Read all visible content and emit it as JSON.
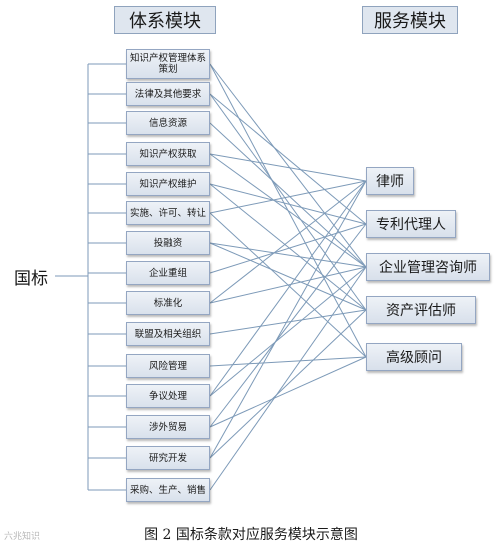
{
  "headers": {
    "system": "体系模块",
    "service": "服务模块"
  },
  "root": "国标",
  "system_modules": [
    "知识产权管理体系策划",
    "法律及其他要求",
    "信息资源",
    "知识产权获取",
    "知识产权维护",
    "实施、许可、转让",
    "投融资",
    "企业重组",
    "标准化",
    "联盟及相关组织",
    "风险管理",
    "争议处理",
    "涉外贸易",
    "研究开发",
    "采购、生产、销售"
  ],
  "service_modules": [
    "律师",
    "专利代理人",
    "企业管理咨询师",
    "资产评估师",
    "高级顾问"
  ],
  "connections": [
    [
      0,
      2
    ],
    [
      0,
      4
    ],
    [
      1,
      1
    ],
    [
      1,
      3
    ],
    [
      2,
      2
    ],
    [
      3,
      0
    ],
    [
      3,
      2
    ],
    [
      4,
      1
    ],
    [
      4,
      3
    ],
    [
      5,
      0
    ],
    [
      5,
      4
    ],
    [
      6,
      2
    ],
    [
      6,
      3
    ],
    [
      7,
      1
    ],
    [
      8,
      0
    ],
    [
      8,
      2
    ],
    [
      9,
      3
    ],
    [
      10,
      4
    ],
    [
      11,
      0
    ],
    [
      11,
      2
    ],
    [
      12,
      1
    ],
    [
      12,
      4
    ],
    [
      13,
      0
    ],
    [
      13,
      3
    ],
    [
      14,
      2
    ]
  ],
  "caption": "图 2  国标条款对应服务模块示意图",
  "watermark": "六兆知识",
  "colors": {
    "line": "#7d9ab8",
    "box_border": "#94a6c2",
    "box_fill": "#dfe6ef"
  }
}
